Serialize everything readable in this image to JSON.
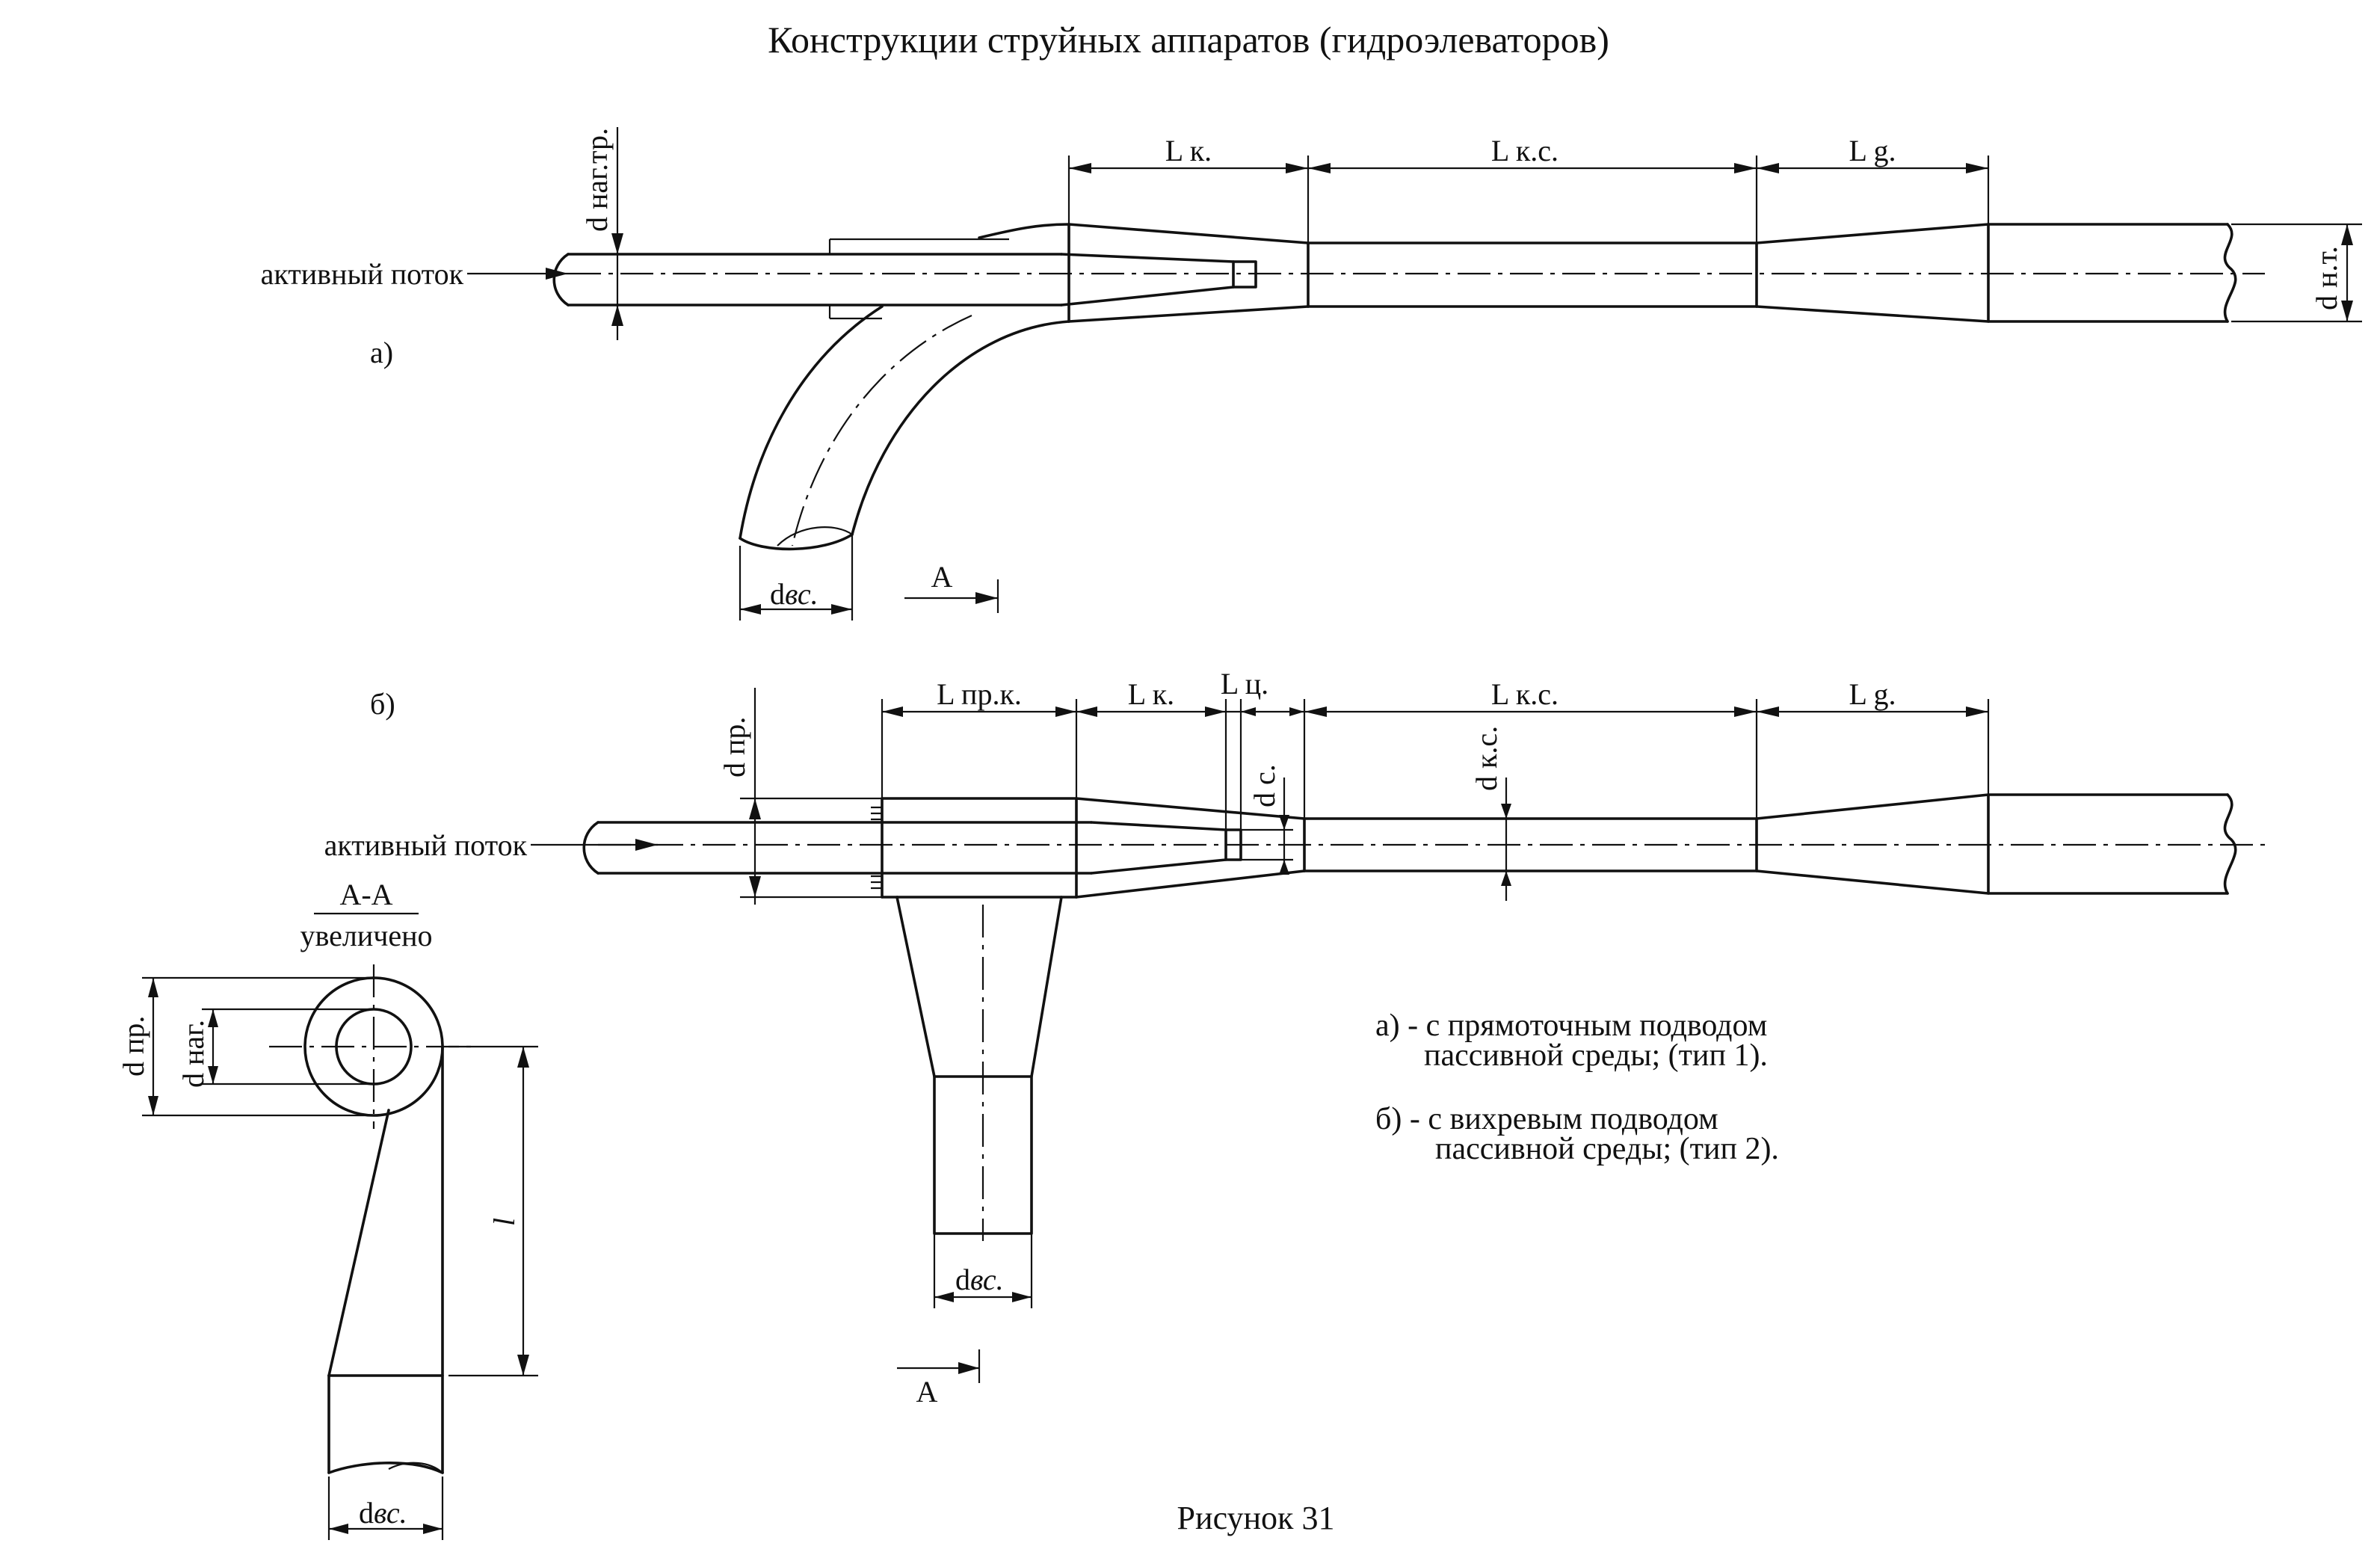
{
  "title": "Конструкции струйных аппаратов (гидроэлеваторов)",
  "caption": "Рисунок 31",
  "variant_a": {
    "marker": "а)",
    "flow_label": "активный поток",
    "dims": {
      "d_nag_tr": "d наг.тр.",
      "L_k": "L к.",
      "L_ks": "L к.с.",
      "L_g": "L g.",
      "d_nt": "d н.т.",
      "d_vs_prefix": "d",
      "d_vs_suffix": "вс.",
      "section": "A"
    }
  },
  "variant_b": {
    "marker": "б)",
    "flow_label": "активный поток",
    "dims": {
      "d_pr": "d пр.",
      "L_prk": "L пр.к.",
      "L_k": "L к.",
      "L_c": "L ц.",
      "d_c": "d с.",
      "d_ks_v": "d к.с.",
      "L_ks": "L к.с.",
      "L_g": "L g.",
      "d_vs_prefix": "d",
      "d_vs_suffix": "вс.",
      "section": "A"
    }
  },
  "section_view": {
    "title": "А-А",
    "subtitle": "увеличено",
    "d_pr": "d пр.",
    "d_nag": "d наг.",
    "l": "l",
    "d_vs_prefix": "d",
    "d_vs_suffix": "вс."
  },
  "legend": {
    "a_line1": "а) - с прямоточным подводом",
    "a_line2": "пассивной среды; (тип 1).",
    "b_line1": "б) - с вихревым подводом",
    "b_line2": "пассивной среды; (тип 2)."
  }
}
